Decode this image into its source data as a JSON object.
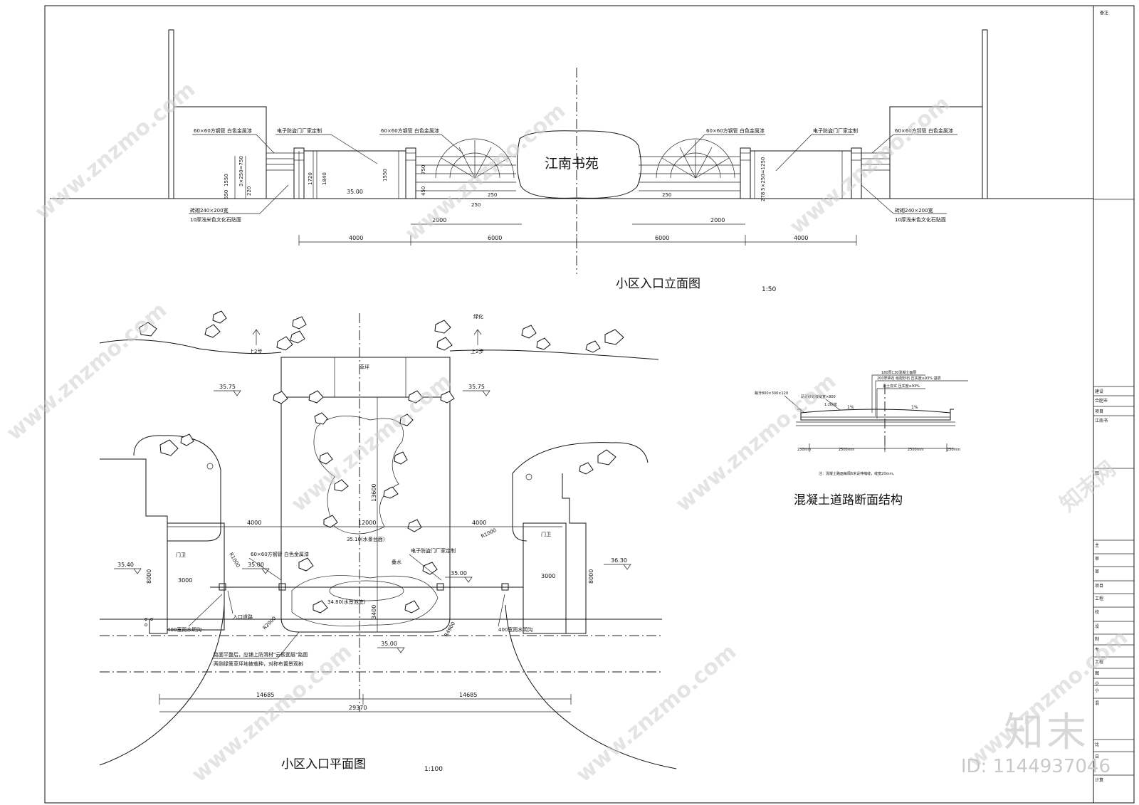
{
  "elevation": {
    "title": "小区入口立面图",
    "scale": "1:50",
    "sign_text": "江南书苑",
    "notes": {
      "railing_left": "60×60方钢管 白色金属漆",
      "gate_left": "电子防盗门厂家定制",
      "railing_center_left": "60×60方钢管 白色金属漆",
      "railing_center_right": "60×60方钢管 白色金属漆",
      "gate_right": "电子防盗门厂家定制",
      "railing_right": "60×60方钢管 白色金属漆",
      "pier_left_1": "砖砌240×200宽",
      "pier_left_2": "10厚浅米色文化石贴面",
      "pier_right_1": "砖砌240×200宽",
      "pier_right_2": "10厚浅米色文化石贴面"
    },
    "dims": {
      "d4000_left": "4000",
      "d6000_left": "6000",
      "d6000_right": "6000",
      "d4000_right": "4000",
      "d2000_left": "2000",
      "d2000_right": "2000",
      "h1550_a": "1550",
      "h1720": "1720",
      "h1840": "1840",
      "h1550_b": "1550",
      "h550": "550",
      "h3x250": "3×250=750",
      "h220": "220",
      "h750": "750",
      "h450": "450",
      "h5x250": "5×250=1250",
      "h278": "278",
      "level": "35.00",
      "r250_a": "250",
      "r250_b": "250",
      "r250_c": "250"
    }
  },
  "plan": {
    "title": "小区入口平面图",
    "scale": "1:100",
    "labels": {
      "top_note": "绿化",
      "up_left": "上2步",
      "up_right": "上2步",
      "lawn": "草坪",
      "guard_left": "门卫",
      "guard_right": "门卫",
      "railing": "60×60方钢管 白色金属漆",
      "gate": "电子防盗门厂家定制",
      "entry_road": "入口道路",
      "drain_left": "400宽雨水明沟",
      "drain_right": "400宽雨水明沟",
      "pool_top": "35.10(水景台面)",
      "pool_bottom": "34.80(水景池底)",
      "water": "叠水",
      "note1": "路面平整后，应铺上防滑材\"云板面层\"路面",
      "note2": "两侧绿篱草坪地被栽种，对称布置景观树"
    },
    "levels": {
      "l_3575_left": "35.75",
      "l_3575_right": "35.75",
      "l_3540": "35.40",
      "l_3630": "36.30",
      "l_3500_a": "35.00",
      "l_3500_b": "35.00",
      "l_3500_c": "35.00"
    },
    "dims": {
      "d4000_left": "4000",
      "d12000": "12000",
      "d4000_right": "4000",
      "d3000_left": "3000",
      "d3000_right": "3000",
      "d8000_left": "8000",
      "d8000_right": "8000",
      "d13600": "13600",
      "d3400": "3400",
      "d14685_left": "14685",
      "d14685_right": "14685",
      "d29370": "29370",
      "r1000_left": "R1000",
      "r1000_right": "R1000",
      "r2000": "R2000",
      "r4900": "R4900"
    }
  },
  "section": {
    "title": "混凝土道路断面结构",
    "notes": {
      "n1": "180厚C30混凝土面层",
      "n2": "200厚碎石 级配砂石 压实度≥93% 基层",
      "n3": "素土夯实 压实度≥93%",
      "n4": "路牙800×300×120",
      "n5": "沥青砂浆嵌缝宽×800",
      "n6": "1:2砂浆",
      "slope_l": "1%",
      "slope_r": "1%",
      "foot": "注：混凝土路面每隔6米设伸缩缝，缝宽20mm。"
    },
    "dims": {
      "s2500_l": "2500mm",
      "s2500_r": "2500mm",
      "s250_l": "250mm",
      "s250_r": "250mm"
    }
  },
  "title_block": {
    "remarks": "备注",
    "rows": [
      "建设",
      "合肥市",
      "项目",
      "江南书",
      "图",
      "主",
      "审",
      "审",
      "项目",
      "工程",
      "校",
      "设",
      "制",
      "专",
      "工程",
      "图",
      "小",
      "小",
      "混",
      "比",
      "日",
      "计算"
    ]
  },
  "watermark": {
    "brand": "知末",
    "id": "ID: 1144937046",
    "site": "www.znzmo.com",
    "site_cn": "知末网"
  }
}
